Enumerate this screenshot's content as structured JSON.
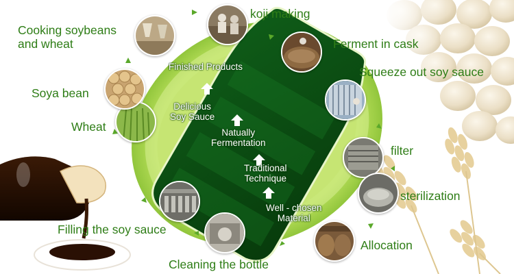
{
  "colors": {
    "label_green": "#2e7d16",
    "ring_green": "#a6d44a",
    "bottle_dark": "#0c4d14",
    "background_soy": "#efe6d2"
  },
  "stages": [
    {
      "label": "koji making",
      "icon": "workers-photo"
    },
    {
      "label": "Ferment in cask",
      "icon": "cask-photo"
    },
    {
      "label": "Squeeze out soy sauce",
      "icon": "press-photo"
    },
    {
      "label": "filter",
      "icon": "filter-machine-photo"
    },
    {
      "label": "sterilization",
      "icon": "tank-photo"
    },
    {
      "label": "Allocation",
      "icon": "barrels-photo"
    },
    {
      "label": "Cleaning the bottle",
      "icon": "factory-photo"
    },
    {
      "label": "Filling the soy sauce",
      "icon": "filling-line-photo"
    },
    {
      "label": "Wheat",
      "icon": "wheat-field-photo"
    },
    {
      "label": "Soya bean",
      "icon": "soybeans-photo"
    },
    {
      "label": "Cooking soybeans\nand wheat",
      "icon": "cooking-vats-photo"
    }
  ],
  "bottle_steps": [
    "Finished Products",
    "Delicious\nSoy Sauce",
    "Natually\nFermentation",
    "Traditional\nTechnique",
    "Well - chosen\nMaterial"
  ]
}
